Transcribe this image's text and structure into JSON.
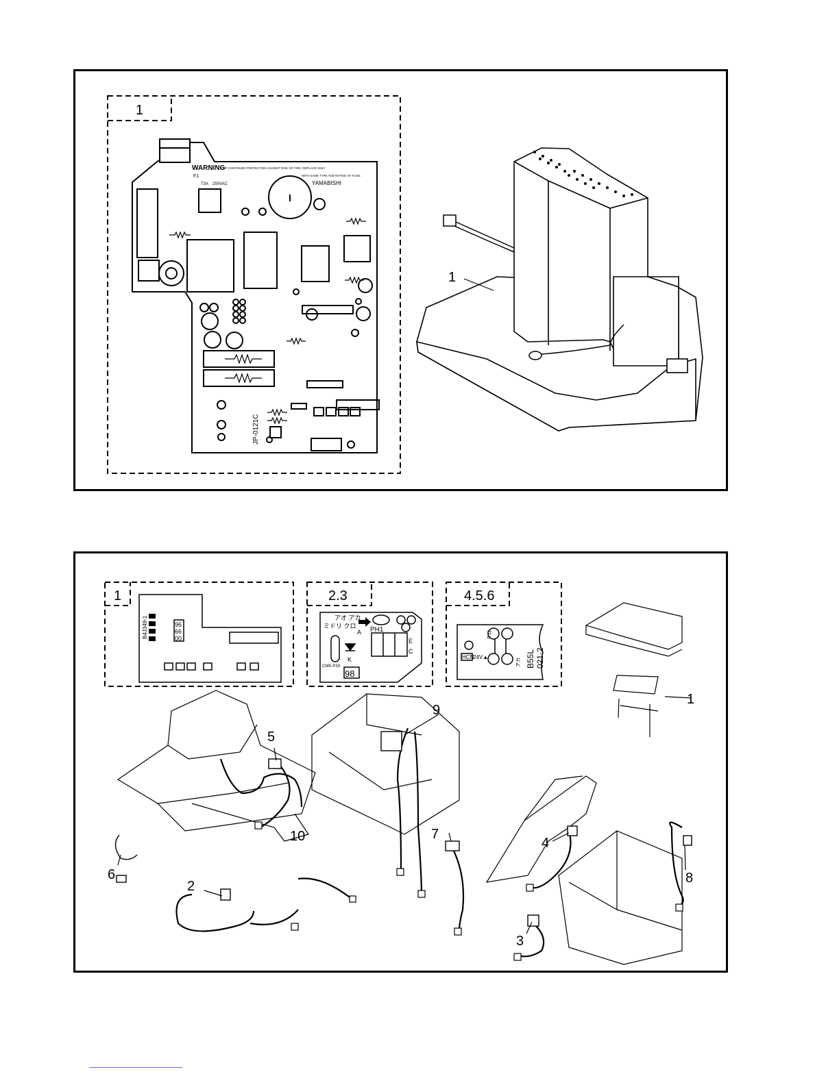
{
  "panel_top": {
    "pcb_callout": "1",
    "pcb": {
      "warning_title": "WARNING",
      "warning_line1": "FOR CONTINUED PROTECTION AGAINST RISK OF FIRE, REPLACE ONLY",
      "warning_line2": "WITH SAME TYPE AND RATING OF FUSE.",
      "fuse_ref": "F1",
      "fuse_rating": "T3A",
      "fuse_voltage": "250VAC",
      "maker": "YAMABISHI",
      "board_id": "JP-0121C"
    },
    "part_label": "1"
  },
  "panel_bottom": {
    "detail1": {
      "callout": "1",
      "board_id": "B4J349-1",
      "code_a": "96",
      "code_b": "66",
      "code_c": "00"
    },
    "detail23": {
      "callout": "2.3",
      "aoaka": "アオ アカ",
      "midori": "ミドリ クロ",
      "ph": "PH1",
      "a": "A",
      "e": "E",
      "c": "C",
      "k": "K",
      "model": "CMK-P3X",
      "num": "98"
    },
    "detail456": {
      "callout": "4.5.6",
      "hcn": "HCN",
      "volt": "24V▲",
      "kuro": "クロ",
      "aka": "アカ",
      "code1": "B55L",
      "code2": "021-2"
    },
    "callouts": [
      "1",
      "2",
      "3",
      "4",
      "5",
      "6",
      "7",
      "8",
      "9",
      "10"
    ]
  },
  "colors": {
    "line": "#000000",
    "footer_line": "#6a6ad8"
  }
}
